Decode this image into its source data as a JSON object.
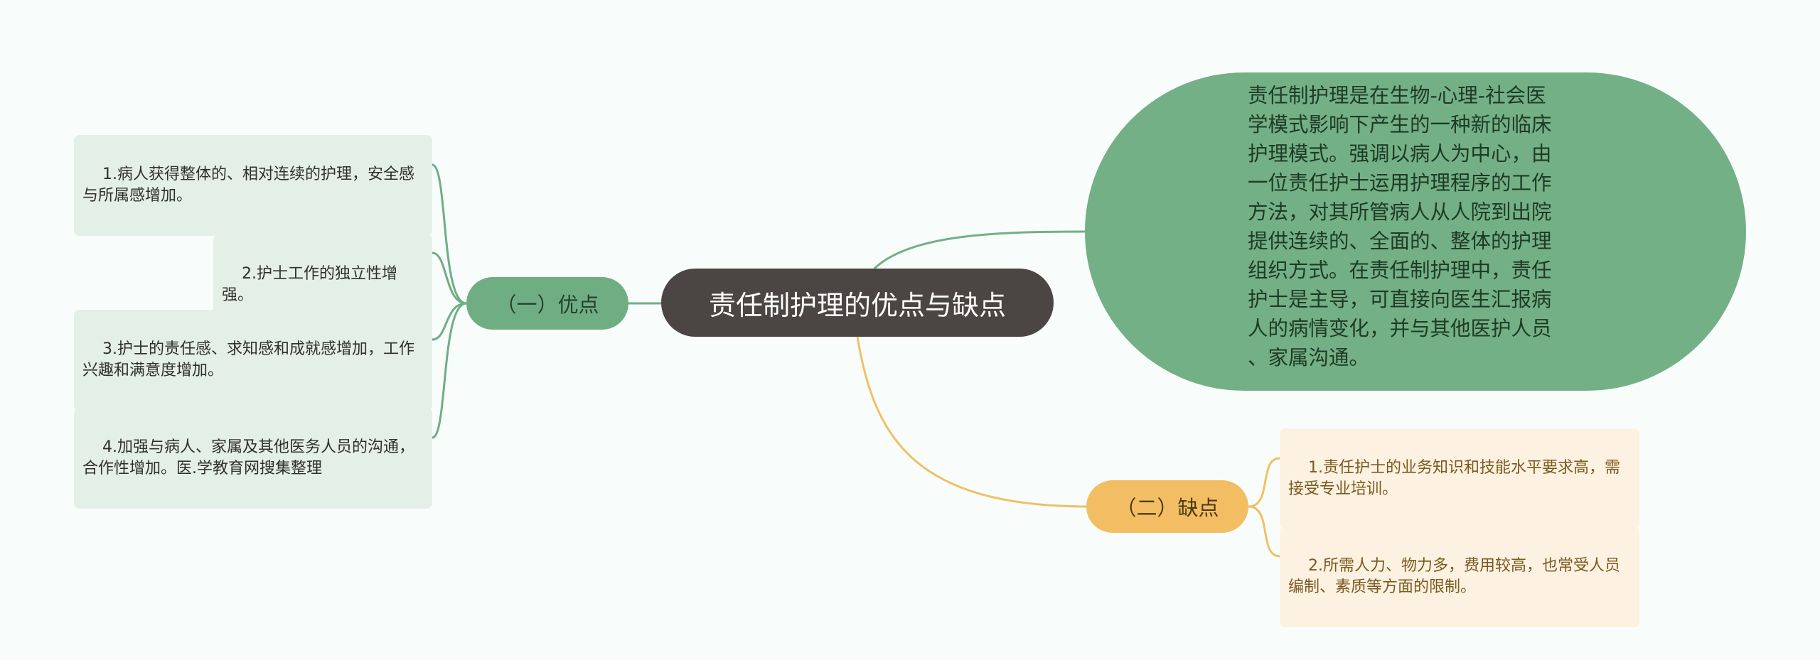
{
  "mindmap": {
    "root": "责任制护理的优点与缺点",
    "description": "责任制护理是在生物-心理-社会医\n学模式影响下产生的一种新的临床\n护理模式。强调以病人为中心，由\n一位责任护士运用护理程序的工作\n方法，对其所管病人从人院到出院\n提供连续的、全面的、整体的护理\n组织方式。在责任制护理中，责任\n护士是主导，可直接向医生汇报病\n人的病情变化，并与其他医护人员\n、家属沟通。",
    "advantages": {
      "label": "（一）优点",
      "items": [
        "1.病人获得整体的、相对连续的护理，安全感\n与所属感增加。",
        "2.护士工作的独立性增强。",
        "3.护士的责任感、求知感和成就感增加，工作\n兴趣和满意度增加。",
        "4.加强与病人、家属及其他医务人员的沟通，\n合作性增加。医.学教育网搜集整理"
      ]
    },
    "disadvantages": {
      "label": "（二）缺点",
      "items": [
        "1.责任护士的业务知识和技能水平要求高，需\n接受专业培训。",
        "2.所需人力、物力多，费用较高，也常受人员\n编制、素质等方面的限制。"
      ]
    }
  },
  "colors": {
    "root": "#4b4544",
    "advantage_branch": "#6fae83",
    "disadvantage_branch": "#f3bd63",
    "advantage_leaf": "#e4efe7",
    "disadvantage_leaf": "#fdf1e1",
    "description_bubble": "#73b085"
  }
}
